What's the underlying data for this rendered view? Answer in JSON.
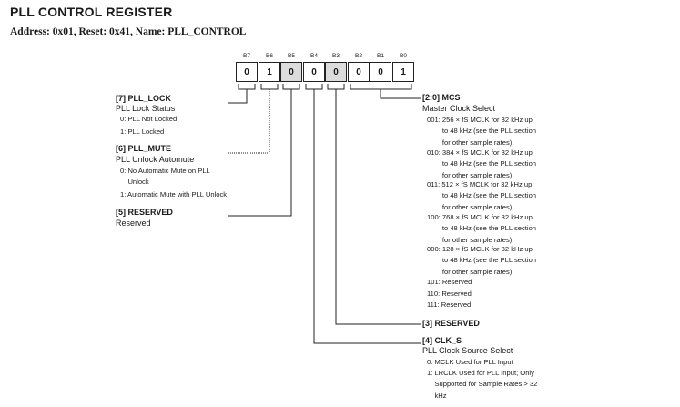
{
  "title": "PLL CONTROL REGISTER",
  "address_line": "Address: 0x01, Reset: 0x41, Name: PLL_CONTROL",
  "bits": [
    {
      "label": "B7",
      "value": "0"
    },
    {
      "label": "B6",
      "value": "1"
    },
    {
      "label": "B5",
      "value": "0"
    },
    {
      "label": "B4",
      "value": "0"
    },
    {
      "label": "B3",
      "value": "0"
    },
    {
      "label": "B2",
      "value": "0"
    },
    {
      "label": "B1",
      "value": "0"
    },
    {
      "label": "B0",
      "value": "1"
    }
  ],
  "fields": {
    "pll_lock": {
      "header": "[7] PLL_LOCK",
      "desc": "PLL Lock Status",
      "options": [
        "0: PLL Not Locked",
        "1: PLL Locked"
      ]
    },
    "pll_mute": {
      "header": "[6] PLL_MUTE",
      "desc": "PLL Unlock Automute",
      "options": [
        "0: No Automatic Mute on PLL\n    Unlock",
        "1: Automatic Mute with PLL Unlock"
      ]
    },
    "reserved5": {
      "header": "[5] RESERVED",
      "desc": "Reserved"
    },
    "mcs": {
      "header": "[2:0] MCS",
      "desc": "Master Clock Select",
      "options": [
        "001: 256 × fS MCLK for 32 kHz up\n        to 48 kHz (see the PLL section\n        for other sample rates)",
        "010: 384 × fS MCLK for 32 kHz up\n        to 48 kHz (see the PLL section\n        for other sample rates)",
        "011: 512 × fS MCLK for 32 kHz up\n        to 48 kHz (see the PLL section\n        for other sample rates)",
        "100: 768 × fS MCLK for 32 kHz up\n        to 48 kHz (see the PLL section\n        for other sample rates)",
        "000: 128 × fS MCLK for 32 kHz up\n        to 48 kHz (see the PLL section\n        for other sample rates)",
        "101: Reserved",
        "110: Reserved",
        "111: Reserved"
      ]
    },
    "reserved3": {
      "header": "[3] RESERVED"
    },
    "clk_s": {
      "header": "[4] CLK_S",
      "desc": "PLL Clock Source Select",
      "options": [
        "0: MCLK Used for PLL Input",
        "1: LRCLK Used for PLL Input; Only\n    Supported for Sample Rates > 32\n    kHz"
      ]
    }
  }
}
